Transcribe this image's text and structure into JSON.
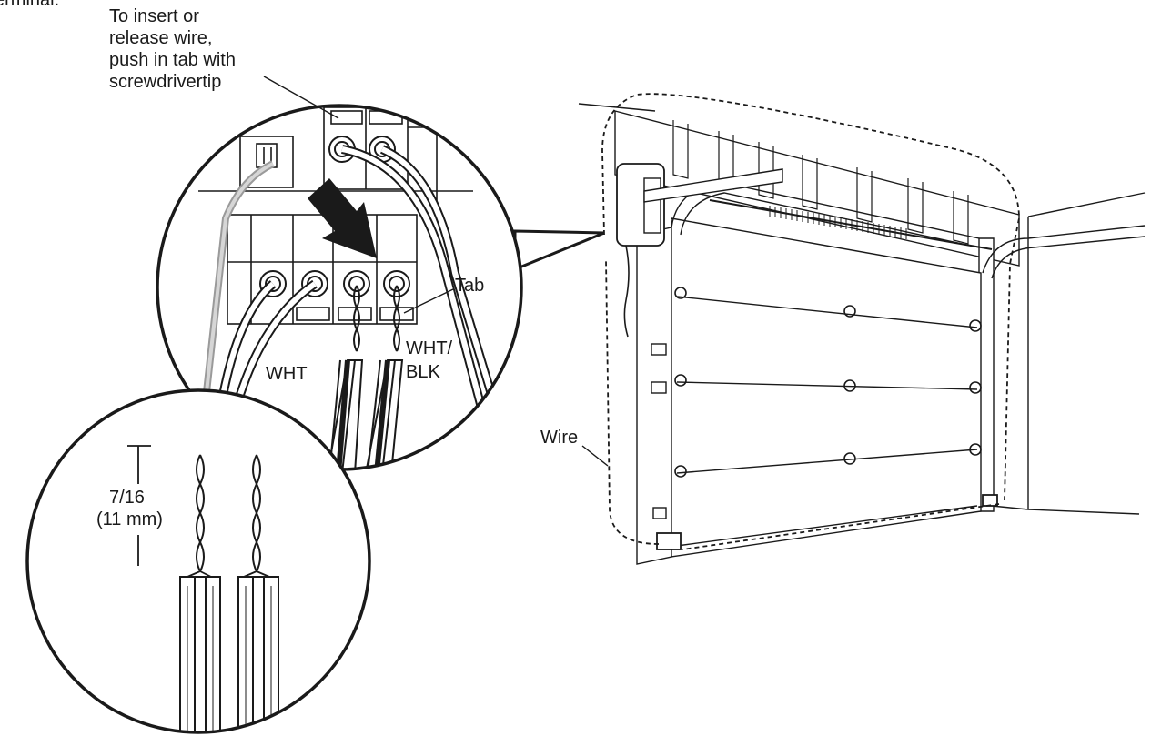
{
  "header_partial": "erminal.",
  "callout": {
    "line1": "To insert or",
    "line2": "release wire,",
    "line3": "push in tab with",
    "line4": "screwdrivertip"
  },
  "labels": {
    "tab": "Tab",
    "wht": "WHT",
    "wht_blk_1": "WHT/",
    "wht_blk_2": "BLK",
    "wire": "Wire",
    "strip_length_1": "7/16",
    "strip_length_2": "(11 mm)"
  }
}
